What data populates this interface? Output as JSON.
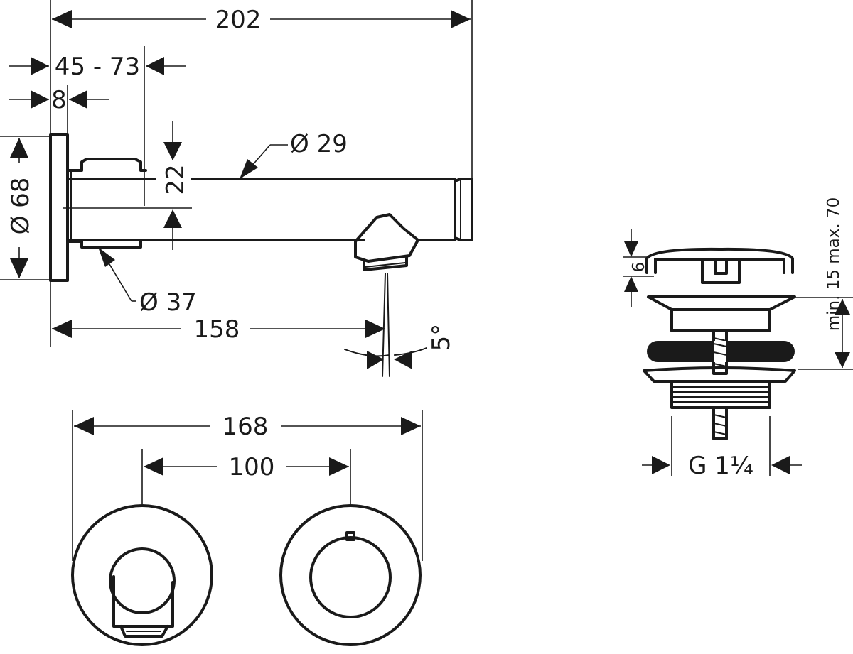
{
  "drawing": {
    "spout_side": {
      "dim_total_length": "202",
      "dim_projection_range": "45 - 73",
      "dim_plate_thickness": "8",
      "dim_plate_diameter": "Ø 68",
      "dim_spout_diameter": "Ø 29",
      "dim_base_diameter": "Ø 37",
      "dim_height": "22",
      "dim_outlet_distance": "158",
      "dim_angle": "5°"
    },
    "front_view": {
      "dim_overall_width": "168",
      "dim_center_distance": "100"
    },
    "drain_valve": {
      "dim_cap_height": "6",
      "dim_adjust_range": "min. 15 max. 70",
      "dim_thread": "G 1¼"
    }
  }
}
